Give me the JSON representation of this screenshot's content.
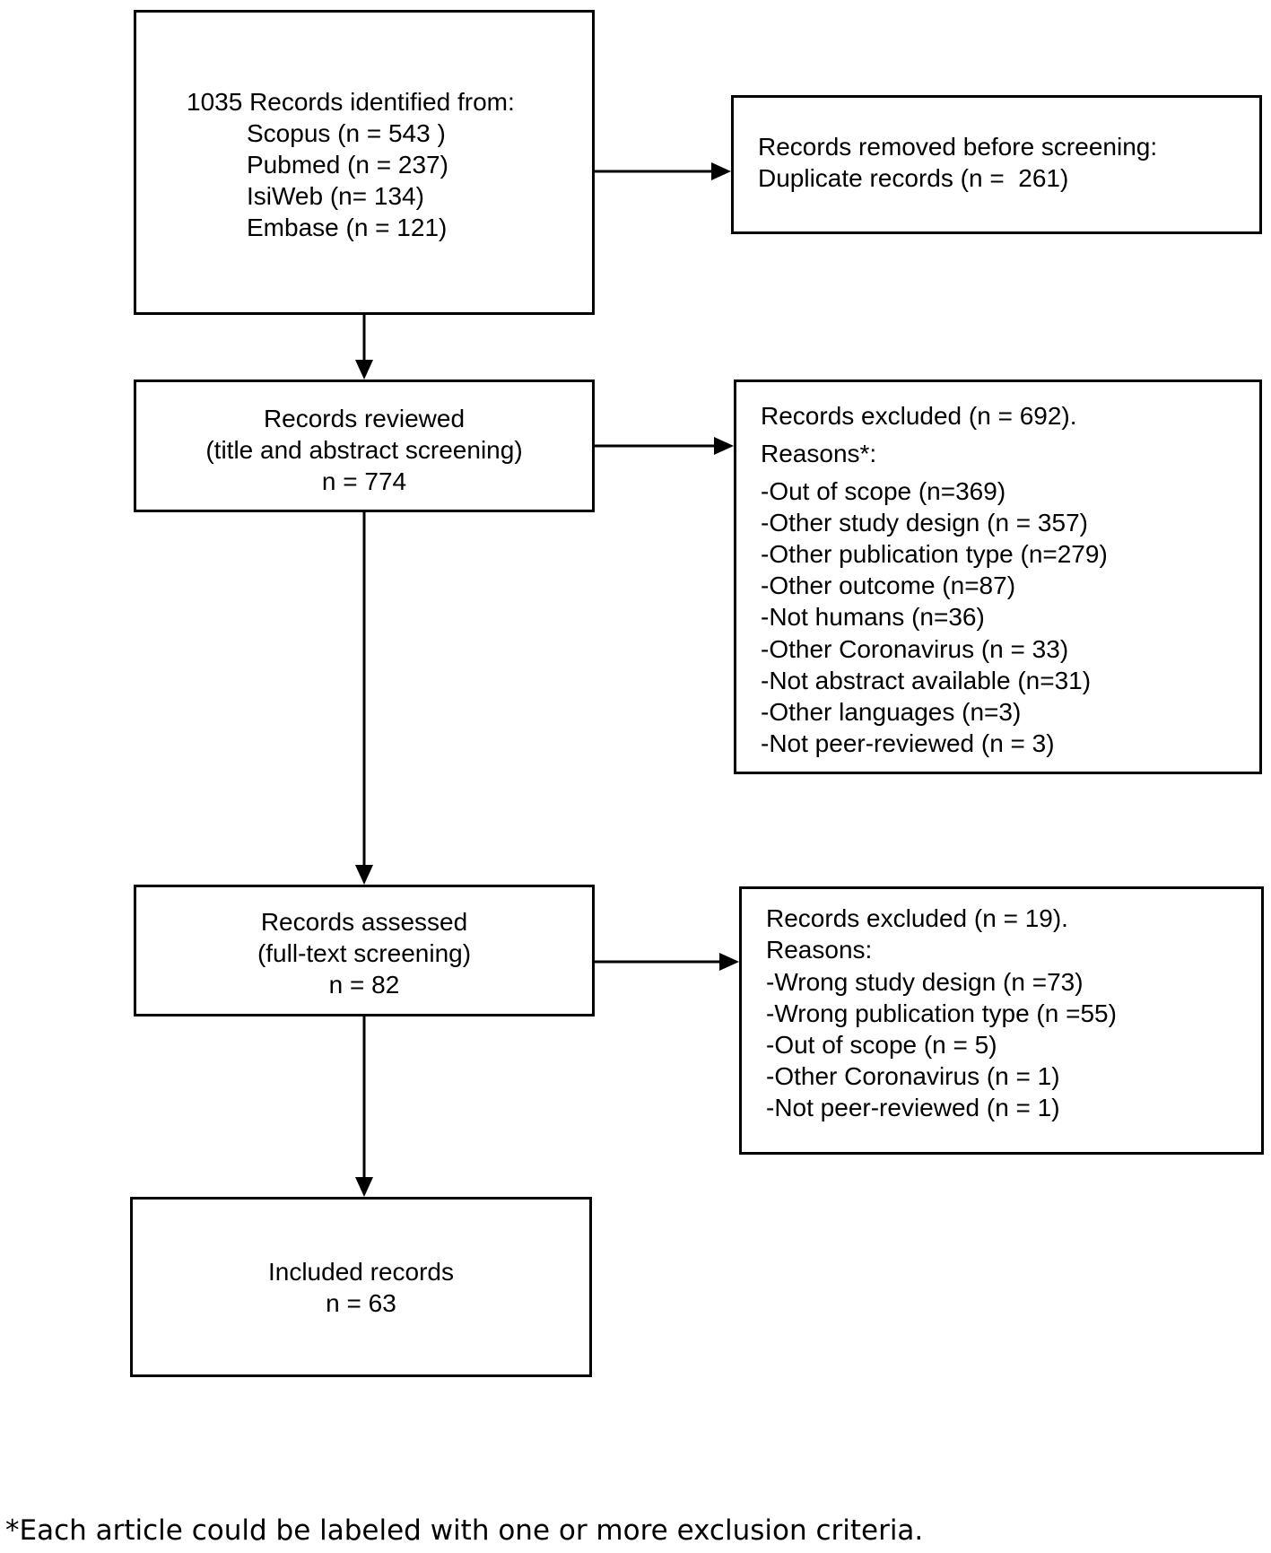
{
  "identification": {
    "heading": "1035 Records identified from:",
    "sources": [
      "Scopus (n = 543 )",
      "Pubmed (n = 237)",
      "IsiWeb (n= 134)",
      "Embase (n = 121)"
    ]
  },
  "removed": {
    "heading": "Records removed before screening:",
    "detail": "Duplicate records (n =  261)"
  },
  "reviewed": {
    "lines": [
      "Records reviewed",
      "(title and abstract screening)",
      "n = 774"
    ]
  },
  "excluded_first": {
    "heading": "Records excluded (n = 692).",
    "reasons_label": "Reasons*:",
    "reasons": [
      "-Out of scope (n=369)",
      "-Other study design (n = 357)",
      "-Other publication type (n=279)",
      "-Other outcome (n=87)",
      "-Not humans (n=36)",
      "-Other Coronavirus (n = 33)",
      "-Not abstract available (n=31)",
      "-Other languages (n=3)",
      "-Not peer-reviewed (n = 3)"
    ]
  },
  "assessed": {
    "lines": [
      "Records assessed",
      "(full-text screening)",
      "n = 82"
    ]
  },
  "excluded_second": {
    "heading": "Records excluded (n = 19).",
    "reasons_label": "Reasons:",
    "reasons": [
      "-Wrong study design (n =73)",
      "-Wrong publication type (n =55)",
      "-Out of scope (n = 5)",
      "-Other Coronavirus (n = 1)",
      "-Not peer-reviewed (n = 1)"
    ]
  },
  "included": {
    "lines": [
      "Included records",
      "n = 63"
    ]
  },
  "footnote": "*Each article could be labeled with one or more exclusion criteria."
}
